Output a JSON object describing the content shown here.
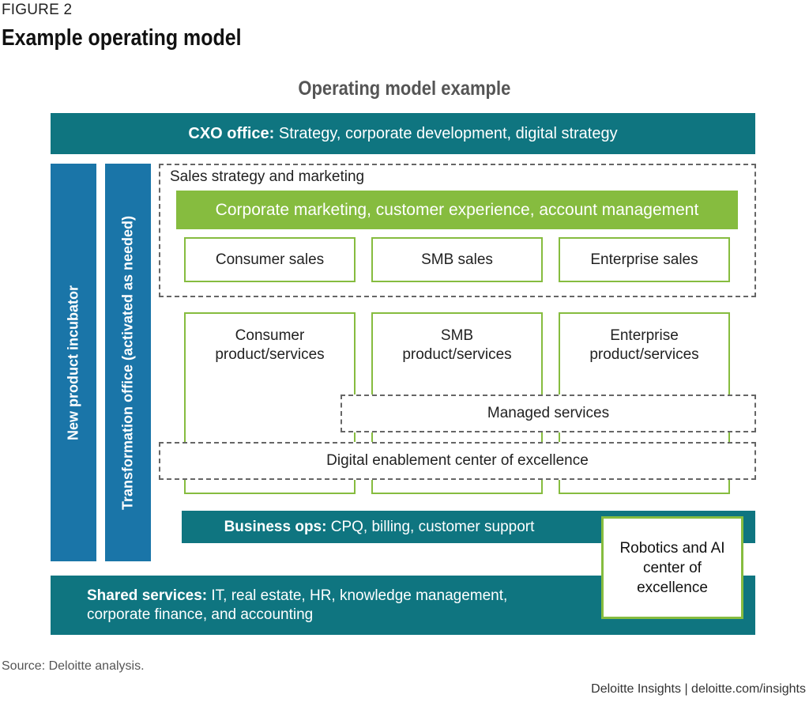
{
  "figure": {
    "label": "FIGURE 2",
    "title": "Example operating model",
    "diagram_title": "Operating model example"
  },
  "colors": {
    "teal": "#0f7580",
    "blue": "#1a75a8",
    "green": "#86bc3f",
    "dashed_border": "#666666"
  },
  "cxo": {
    "bold": "CXO office:",
    "text": " Strategy, corporate development, digital strategy"
  },
  "vertical_bars": [
    {
      "label": "New product incubator"
    },
    {
      "label": "Transformation office (activated as needed)"
    }
  ],
  "sales": {
    "group_label": "Sales strategy and marketing",
    "corporate": "Corporate marketing, customer experience, account management",
    "boxes": [
      "Consumer sales",
      "SMB sales",
      "Enterprise sales"
    ]
  },
  "products": [
    {
      "line1": "Consumer",
      "line2": "product/services"
    },
    {
      "line1": "SMB",
      "line2": "product/services"
    },
    {
      "line1": "Enterprise",
      "line2": "product/services"
    }
  ],
  "managed_services": "Managed services",
  "digital_enablement": "Digital enablement center of excellence",
  "business_ops": {
    "bold": "Business ops:",
    "text": " CPQ, billing, customer support"
  },
  "shared_services": {
    "bold": "Shared services:",
    "text1": " IT, real estate, HR, knowledge management,",
    "text2": "corporate finance, and accounting"
  },
  "robotics": {
    "line1": "Robotics and AI",
    "line2": "center of",
    "line3": "excellence"
  },
  "footer": {
    "source": "Source: Deloitte analysis.",
    "credit": "Deloitte Insights | deloitte.com/insights"
  }
}
